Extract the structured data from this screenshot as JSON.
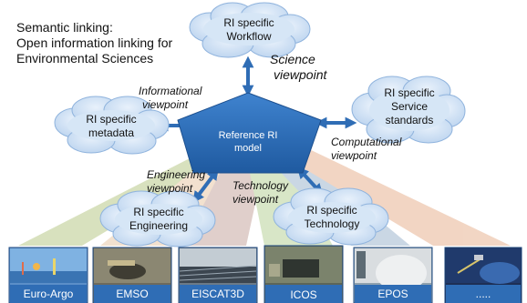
{
  "heading": {
    "line1": "Semantic linking:",
    "line2": "Open information linking for",
    "line3": "Environmental Sciences"
  },
  "center": {
    "line1": "Reference RI",
    "line2": "model"
  },
  "clouds": {
    "workflow": {
      "line1": "RI specific",
      "line2": "Workflow"
    },
    "metadata": {
      "line1": "RI specific",
      "line2": "metadata"
    },
    "service": {
      "line1": "RI specific",
      "line2": "Service",
      "line3": "standards"
    },
    "engineering": {
      "line1": "RI specific",
      "line2": "Engineering"
    },
    "technology": {
      "line1": "RI specific",
      "line2": "Technology"
    }
  },
  "viewpoints": {
    "science": {
      "line1": "Science",
      "line2": "viewpoint"
    },
    "informational": {
      "line1": "Informational",
      "line2": "viewpoint"
    },
    "computational": {
      "line1": "Computational",
      "line2": "viewpoint"
    },
    "engineering": {
      "line1": "Engineering",
      "line2": "viewpoint"
    },
    "technology": {
      "line1": "Technology",
      "line2": "viewpoint"
    }
  },
  "infrastructures": [
    "Euro-Argo",
    "EMSO",
    "EISCAT3D",
    "ICOS",
    "EPOS",
    "....."
  ],
  "colors": {
    "accent": "#2f6db5",
    "cloud_fill": "#cfe0f3",
    "cloud_stroke": "#8fb3dd",
    "beam_colors": [
      "#b9c98a",
      "#e8c9a8",
      "#c8a9a2",
      "#b9d39b",
      "#9fb7cf",
      "#e8b493"
    ]
  }
}
